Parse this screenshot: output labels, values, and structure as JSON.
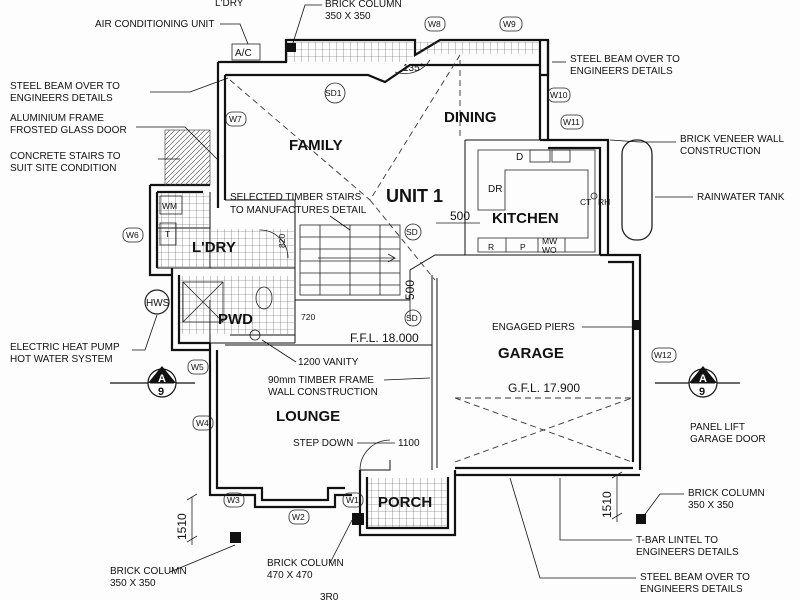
{
  "header": {
    "top_partial": "L'DRY"
  },
  "rooms": {
    "family": "FAMILY",
    "dining": "DINING",
    "unit": "UNIT 1",
    "kitchen": "KITCHEN",
    "laundry": "L'DRY",
    "pwd": "PWD",
    "garage": "GARAGE",
    "lounge": "LOUNGE",
    "porch": "PORCH"
  },
  "annotations": {
    "ac_unit": "AIR CONDITIONING UNIT",
    "ac": "A/C",
    "brick_col_top_1": "BRICK COLUMN",
    "brick_col_top_2": "350 X 350",
    "steel_beam_left_1": "STEEL BEAM OVER TO",
    "steel_beam_left_2": "ENGINEERS DETAILS",
    "alu_frame_1": "ALUMINIUM FRAME",
    "alu_frame_2": "FROSTED GLASS DOOR",
    "concrete_1": "CONCRETE STAIRS TO",
    "concrete_2": "SUIT SITE CONDITION",
    "timber_stairs_1": "SELECTED TIMBER STAIRS",
    "timber_stairs_2": "TO MANUFACTURES DETAIL",
    "steel_beam_right_1": "STEEL BEAM OVER TO",
    "steel_beam_right_2": "ENGINEERS DETAILS",
    "brick_veneer_1": "BRICK VENEER WALL",
    "brick_veneer_2": "CONSTRUCTION",
    "rainwater": "RAINWATER TANK",
    "engaged_piers": "ENGAGED PIERS",
    "ffl": "F.F.L. 18.000",
    "gfl": "G.F.L. 17.900",
    "vanity": "1200 VANITY",
    "timber_frame_1": "90mm TIMBER FRAME",
    "timber_frame_2": "WALL CONSTRUCTION",
    "electric_1": "ELECTRIC HEAT PUMP",
    "electric_2": "HOT WATER SYSTEM",
    "step_down": "STEP DOWN",
    "panel_lift_1": "PANEL LIFT",
    "panel_lift_2": "GARAGE DOOR",
    "brick_col_br_1": "BRICK COLUMN",
    "brick_col_br_2": "350 X 350",
    "tbar_1": "T-BAR LINTEL TO",
    "tbar_2": "ENGINEERS DETAILS",
    "steel_beam_bottom_1": "STEEL BEAM OVER TO",
    "steel_beam_bottom_2": "ENGINEERS DETAILS",
    "brick_col_bl_1": "BRICK COLUMN",
    "brick_col_bl_2": "350 X 350",
    "brick_col_bm_1": "BRICK COLUMN",
    "brick_col_bm_2": "470 X 470",
    "hws": "HWS",
    "angle": "135°",
    "sd1": "SD1",
    "sd": "SD",
    "wm": "WM",
    "t": "T",
    "dr": "DR",
    "d": "D",
    "r": "R",
    "p": "P",
    "mw": "MW",
    "wo": "WO",
    "ct": "CT",
    "rh": "RH",
    "bottom_partial": "3R0"
  },
  "windows": [
    "W1",
    "W2",
    "W3",
    "W4",
    "W5",
    "W6",
    "W7",
    "W8",
    "W9",
    "W10",
    "W11",
    "W12"
  ],
  "dimensions": {
    "d500a": "500",
    "d500b": "500",
    "d1100": "1100",
    "d1510a": "1510",
    "d1510b": "1510",
    "d720": "720",
    "d820": "820"
  },
  "section": {
    "letter": "A",
    "number": "9"
  }
}
